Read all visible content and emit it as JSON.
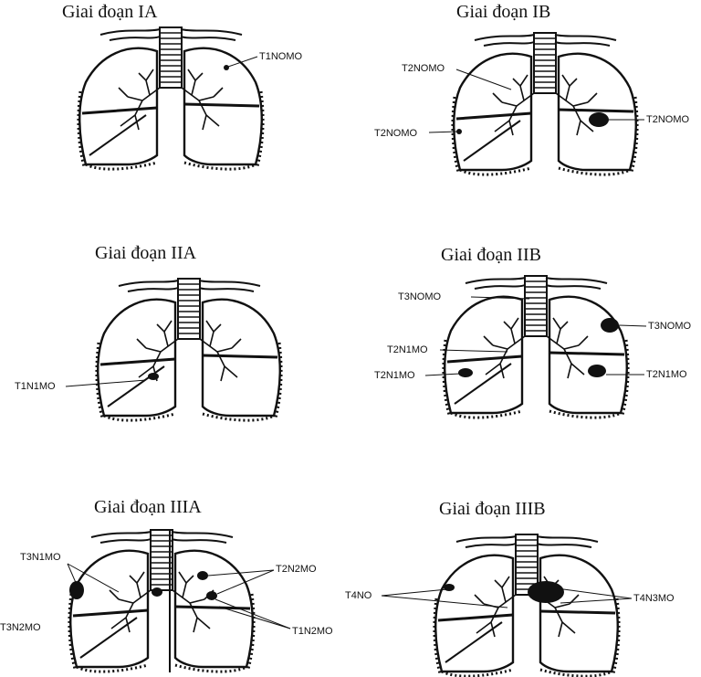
{
  "panels": [
    {
      "title": "Giai đoạn IA",
      "labels": [
        "T1NOMO"
      ]
    },
    {
      "title": "Giai đoạn IB",
      "labels": [
        "T2NOMO",
        "T2NOMO",
        "T2NOMO"
      ]
    },
    {
      "title": "Giai đoạn IIA",
      "labels": [
        "T1N1MO"
      ]
    },
    {
      "title": "Giai đoạn IIB",
      "labels": [
        "T3NOMO",
        "T3NOMO",
        "T2N1MO",
        "T2N1MO",
        "T2N1MO"
      ]
    },
    {
      "title": "Giai đoạn IIIA",
      "labels": [
        "T3N1MO",
        "T2N2MO",
        "T3N2MO",
        "T1N2MO"
      ]
    },
    {
      "title": "Giai đoạn IIIB",
      "labels": [
        "T4NO",
        "T4N3MO"
      ]
    }
  ],
  "colors": {
    "ink": "#111111",
    "background": "#ffffff"
  }
}
